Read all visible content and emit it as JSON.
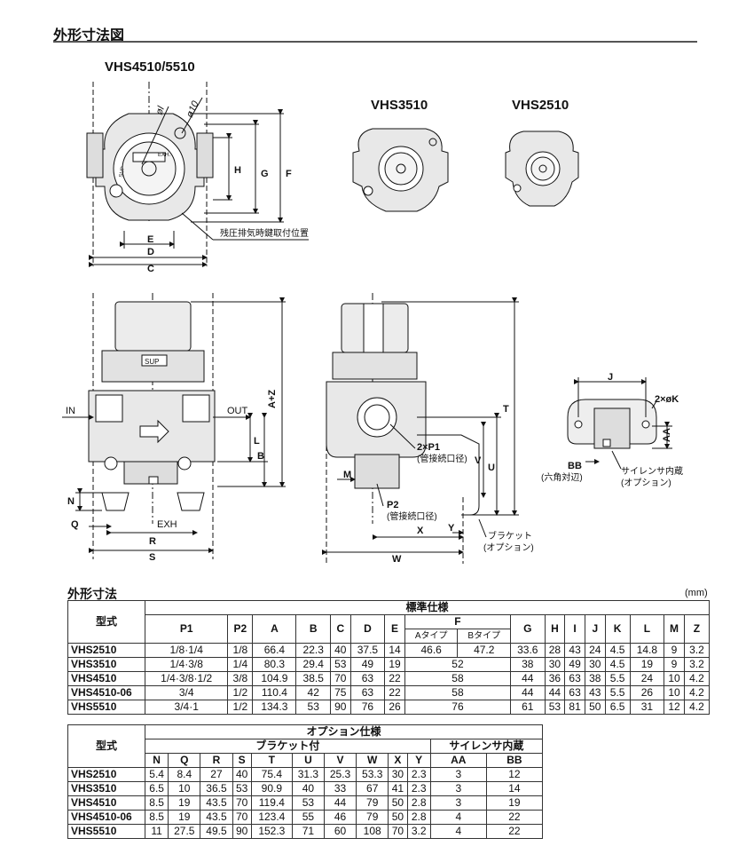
{
  "page_title": "外形寸法図",
  "models": {
    "big": "VHS4510/5510",
    "mid": "VHS3510",
    "small": "VHS2510"
  },
  "callouts": {
    "lock_position": "残圧排気時鍵取付位置",
    "p1": "2×P1",
    "p1_sub": "(管接続口径)",
    "p2": "P2",
    "p2_sub": "(管接続口径)",
    "bracket": "ブラケット",
    "bracket_sub": "(オプション)",
    "k": "2×øK",
    "bb_sub": "(六角対辺)",
    "silencer": "サイレンサ内蔵",
    "silencer_sub": "(オプション)",
    "in": "IN",
    "out": "OUT",
    "exh": "EXH",
    "sup": "SUP",
    "ol": "øl",
    "o10": "ø10"
  },
  "dim_letters": [
    "E",
    "D",
    "C",
    "H",
    "G",
    "F",
    "A+Z",
    "L",
    "B",
    "N",
    "Q",
    "R",
    "S",
    "T",
    "V",
    "U",
    "M",
    "Y",
    "X",
    "W",
    "J",
    "AA",
    "BB"
  ],
  "section_title": "外形寸法",
  "unit": "(mm)",
  "table1": {
    "model_header": "型式",
    "group_header": "標準仕様",
    "cols": [
      "P1",
      "P2",
      "A",
      "B",
      "C",
      "D",
      "E",
      "F",
      "G",
      "H",
      "I",
      "J",
      "K",
      "L",
      "M",
      "Z"
    ],
    "f_sub": [
      "Aタイプ",
      "Bタイプ"
    ],
    "rows": [
      {
        "model": "VHS2510",
        "cells": [
          "1/8·1/4",
          "1/8",
          "66.4",
          "22.3",
          "40",
          "37.5",
          "14",
          "46.6",
          "47.2",
          "33.6",
          "28",
          "43",
          "24",
          "4.5",
          "14.8",
          "9",
          "3.2"
        ]
      },
      {
        "model": "VHS3510",
        "cells": [
          "1/4·3/8",
          "1/4",
          "80.3",
          "29.4",
          "53",
          "49",
          "19",
          "52",
          "38",
          "30",
          "49",
          "30",
          "4.5",
          "19",
          "9",
          "3.2"
        ]
      },
      {
        "model": "VHS4510",
        "cells": [
          "1/4·3/8·1/2",
          "3/8",
          "104.9",
          "38.5",
          "70",
          "63",
          "22",
          "58",
          "44",
          "36",
          "63",
          "38",
          "5.5",
          "24",
          "10",
          "4.2"
        ]
      },
      {
        "model": "VHS4510-06",
        "cells": [
          "3/4",
          "1/2",
          "110.4",
          "42",
          "75",
          "63",
          "22",
          "58",
          "44",
          "44",
          "63",
          "43",
          "5.5",
          "26",
          "10",
          "4.2"
        ]
      },
      {
        "model": "VHS5510",
        "cells": [
          "3/4·1",
          "1/2",
          "134.3",
          "53",
          "90",
          "76",
          "26",
          "76",
          "61",
          "53",
          "81",
          "50",
          "6.5",
          "31",
          "12",
          "4.2"
        ]
      }
    ]
  },
  "table2": {
    "model_header": "型式",
    "group_header": "オプション仕様",
    "sub_bracket": "ブラケット付",
    "sub_silencer": "サイレンサ内蔵",
    "cols": [
      "N",
      "Q",
      "R",
      "S",
      "T",
      "U",
      "V",
      "W",
      "X",
      "Y",
      "AA",
      "BB"
    ],
    "rows": [
      {
        "model": "VHS2510",
        "cells": [
          "5.4",
          "8.4",
          "27",
          "40",
          "75.4",
          "31.3",
          "25.3",
          "53.3",
          "30",
          "2.3",
          "3",
          "12"
        ]
      },
      {
        "model": "VHS3510",
        "cells": [
          "6.5",
          "10",
          "36.5",
          "53",
          "90.9",
          "40",
          "33",
          "67",
          "41",
          "2.3",
          "3",
          "14"
        ]
      },
      {
        "model": "VHS4510",
        "cells": [
          "8.5",
          "19",
          "43.5",
          "70",
          "119.4",
          "53",
          "44",
          "79",
          "50",
          "2.8",
          "3",
          "19"
        ]
      },
      {
        "model": "VHS4510-06",
        "cells": [
          "8.5",
          "19",
          "43.5",
          "70",
          "123.4",
          "55",
          "46",
          "79",
          "50",
          "2.8",
          "4",
          "22"
        ]
      },
      {
        "model": "VHS5510",
        "cells": [
          "11",
          "27.5",
          "49.5",
          "90",
          "152.3",
          "71",
          "60",
          "108",
          "70",
          "3.2",
          "4",
          "22"
        ]
      }
    ]
  }
}
